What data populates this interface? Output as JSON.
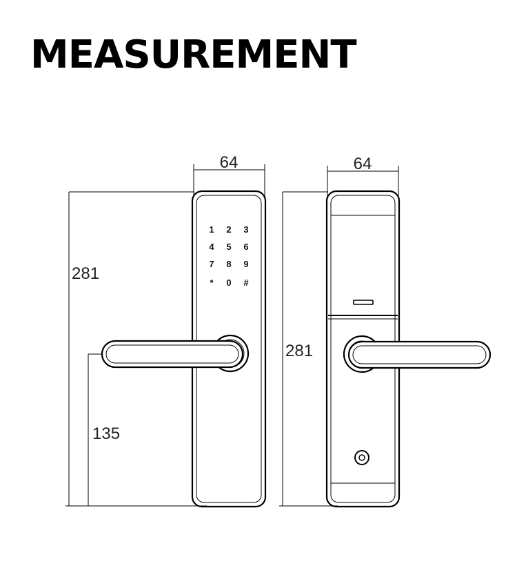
{
  "title": "MEASUREMENT",
  "front": {
    "width_label": "64",
    "height_label": "281",
    "handle_height_label": "135",
    "keypad": [
      "1",
      "2",
      "3",
      "4",
      "5",
      "6",
      "7",
      "8",
      "9",
      "*",
      "0",
      "#"
    ]
  },
  "back": {
    "width_label": "64",
    "height_label": "281"
  }
}
